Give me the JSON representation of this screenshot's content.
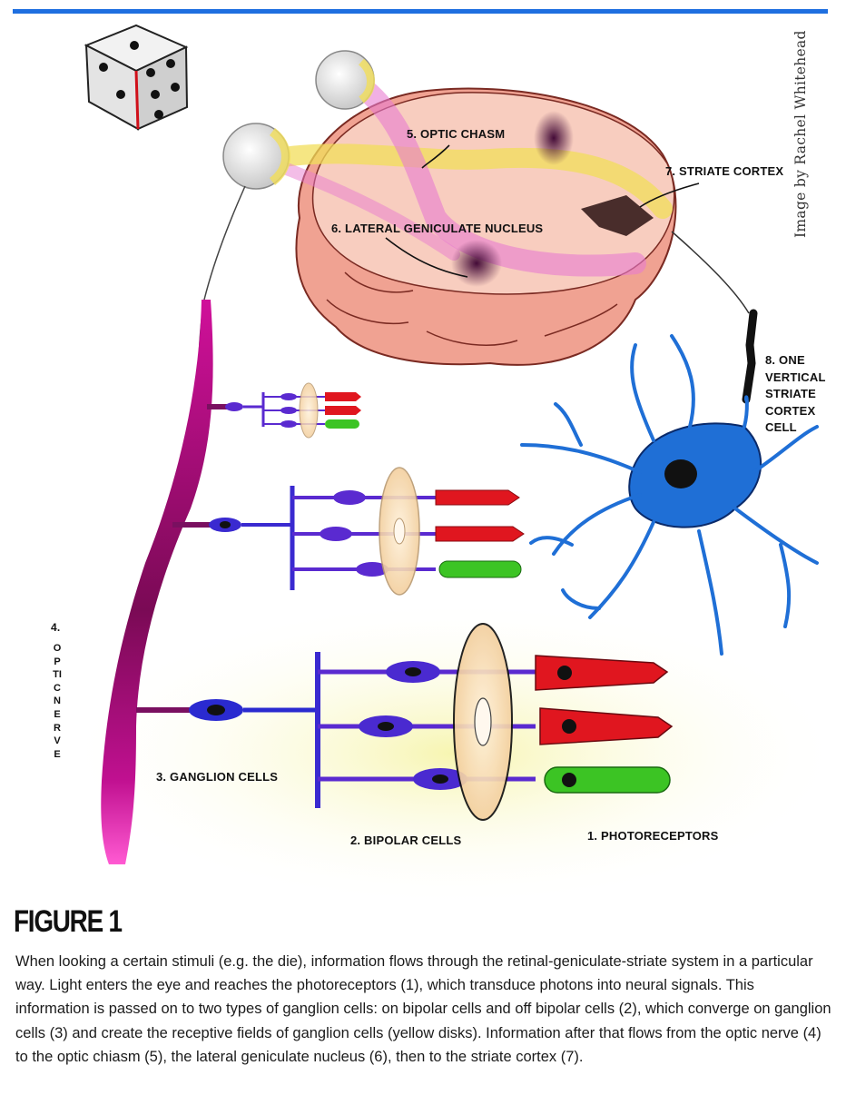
{
  "labels": {
    "optic_chiasm": "5. OPTIC CHASM",
    "striate_cortex": "7. STRIATE CORTEX",
    "lgn": "6. LATERAL GENICULATE NUCLEUS",
    "cortex_cell_1": "8. ONE",
    "cortex_cell_2": "VERTICAL",
    "cortex_cell_3": "STRIATE",
    "cortex_cell_4": "CORTEX",
    "cortex_cell_5": "CELL",
    "optic_nerve_num": "4.",
    "optic_nerve_word": "OPTICNERVE",
    "ganglion_cells": "3. GANGLION CELLS",
    "bipolar_cells": "2. BIPOLAR CELLS",
    "photoreceptors": "1. PHOTORECEPTORS"
  },
  "credit": "Image by Rachel Whitehead",
  "figure_title": "FIGURE 1",
  "caption": "When looking a certain stimuli (e.g. the die), information flows through the retinal-geniculate-striate system in a particular way. Light enters the eye and reaches the photoreceptors (1), which transduce photons into neural signals. This information is passed on to two types of ganglion cells: on bipolar cells and off bipolar cells (2), which converge on ganglion cells (3) and create the receptive fields of ganglion cells (yellow disks). Information after that flows from the optic nerve (4) to the optic chiasm (5), the lateral geniculate nucleus (6), then to the striate cortex (7).",
  "colors": {
    "accent_bar": "#1e6fe0",
    "optic_nerve": "#d0109a",
    "neuron": "#1f6fd6",
    "cone": "#e0161f",
    "rod": "#3cc424",
    "bipolar": "#5a2ad0",
    "brain": "#f2b6a6"
  }
}
